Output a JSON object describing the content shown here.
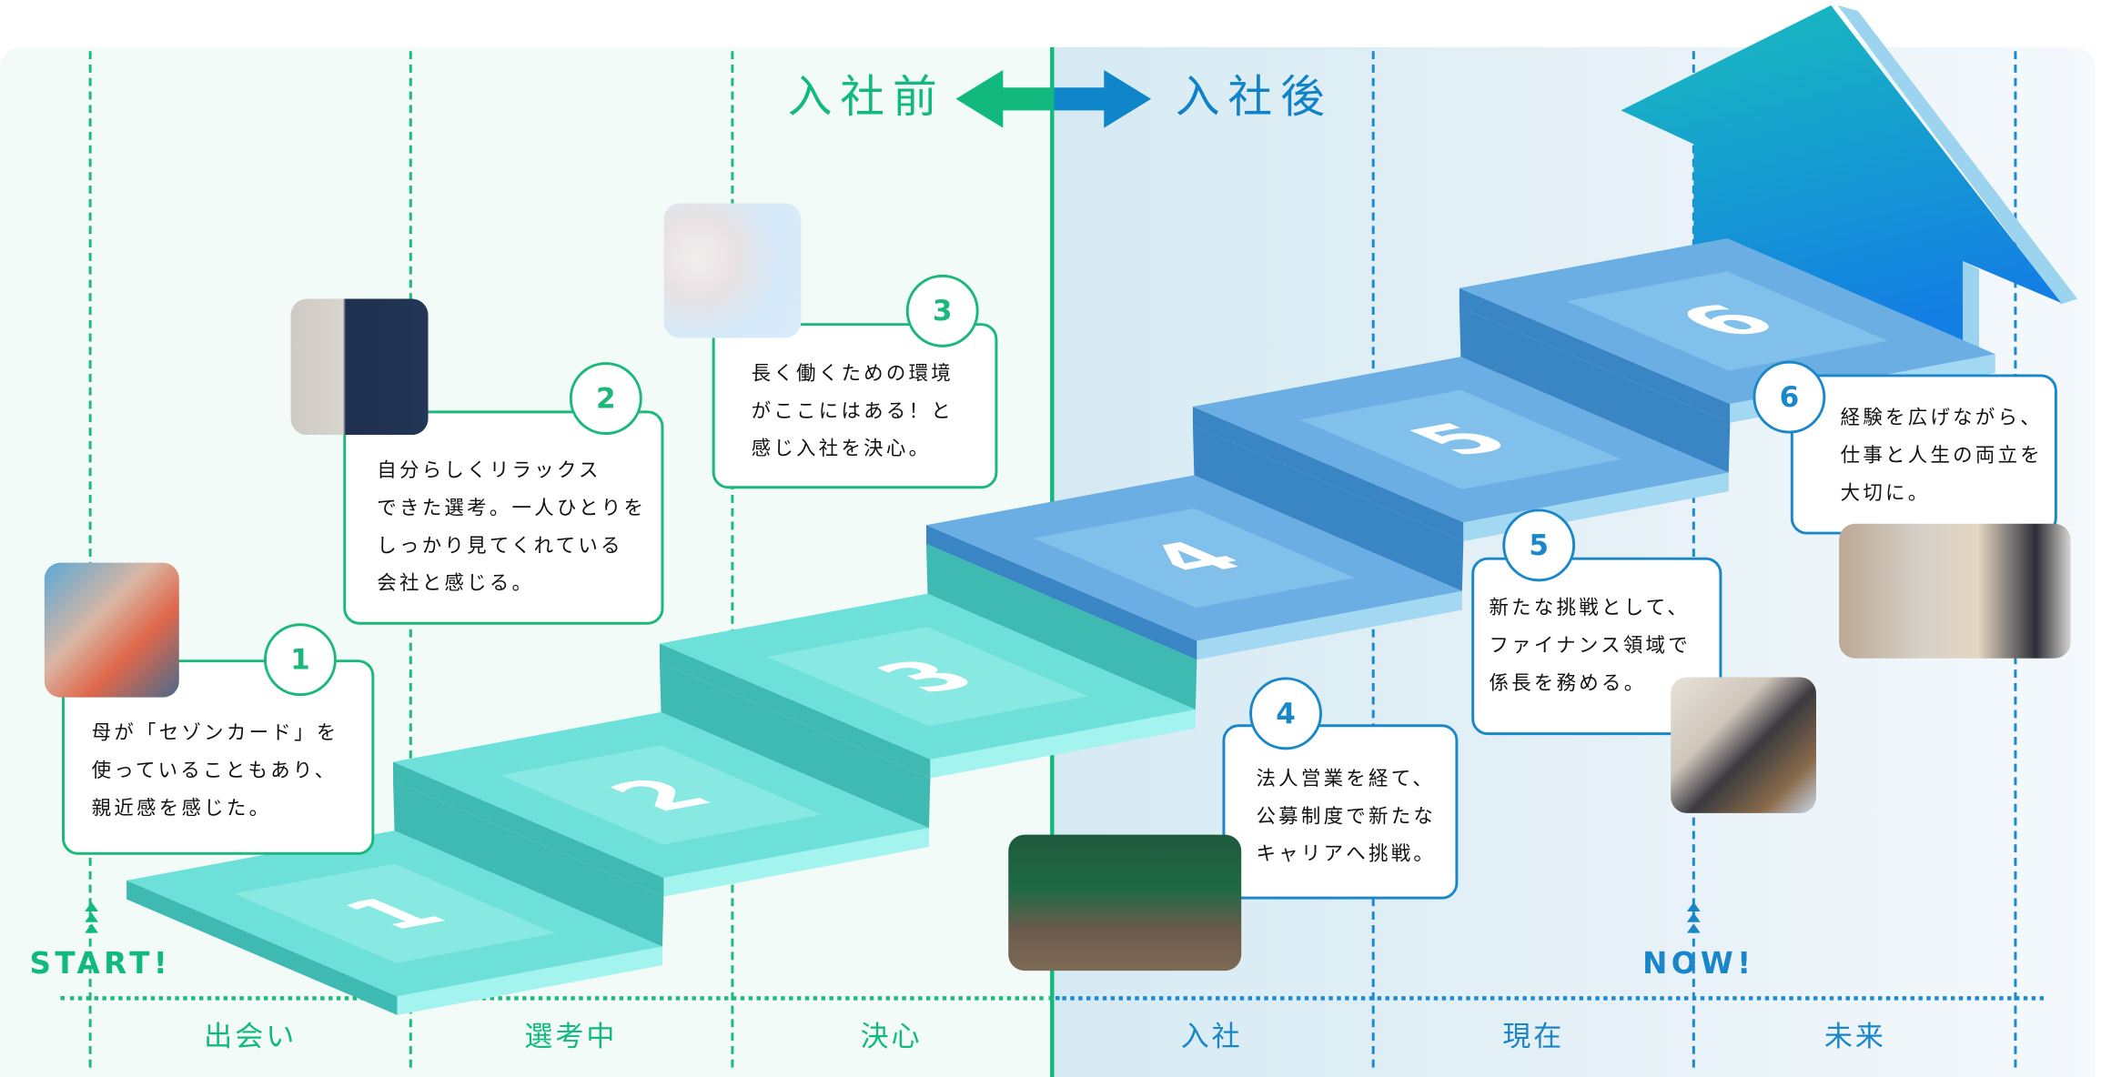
{
  "header": {
    "before_label": "入社前",
    "after_label": "入社後"
  },
  "colors": {
    "green": "#12b97f",
    "blue": "#1a86c8",
    "green_step_top": "#6ee0da",
    "blue_step_top": "#6aaee4"
  },
  "markers": {
    "start": "START!",
    "now": "NOW!"
  },
  "periods": [
    "出会い",
    "選考中",
    "決心",
    "入社",
    "現在",
    "未来"
  ],
  "steps": {
    "numbers": [
      "1",
      "2",
      "3",
      "4",
      "5",
      "6"
    ]
  },
  "cards": [
    {
      "number": "1",
      "lines": [
        "母が「セゾンカード」を",
        "使っていることもあり、",
        "親近感を感じた。"
      ]
    },
    {
      "number": "2",
      "lines": [
        "自分らしくリラックス",
        "できた選考。一人ひとりを",
        "しっかり見てくれている",
        "会社と感じる。"
      ]
    },
    {
      "number": "3",
      "lines": [
        "長く働くための環境",
        "がここにはある！と",
        "感じ入社を決心。"
      ]
    },
    {
      "number": "4",
      "lines": [
        "法人営業を経て、",
        "公募制度で新たな",
        "キャリアへ挑戦。"
      ]
    },
    {
      "number": "5",
      "lines": [
        "新たな挑戦として、",
        "ファイナンス領域で",
        "係長を務める。"
      ]
    },
    {
      "number": "6",
      "lines": [
        "経験を広げながら、",
        "仕事と人生の両立を",
        "大切に。"
      ]
    }
  ]
}
